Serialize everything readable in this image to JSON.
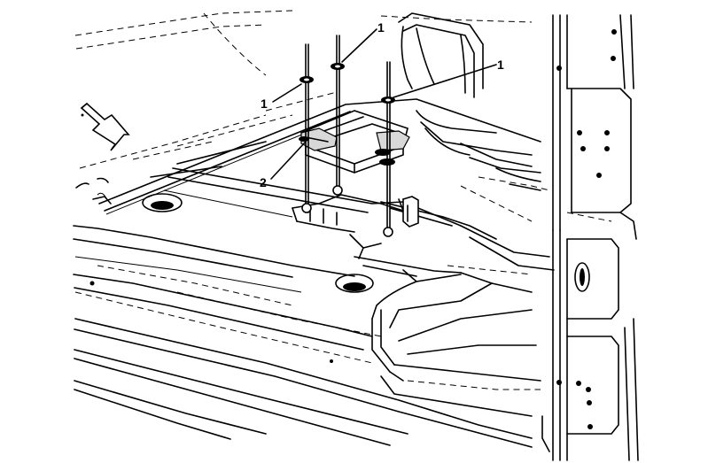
{
  "callouts": {
    "fastener_top": "1",
    "fastener_right": "1",
    "fastener_left": "1",
    "module": "2"
  }
}
